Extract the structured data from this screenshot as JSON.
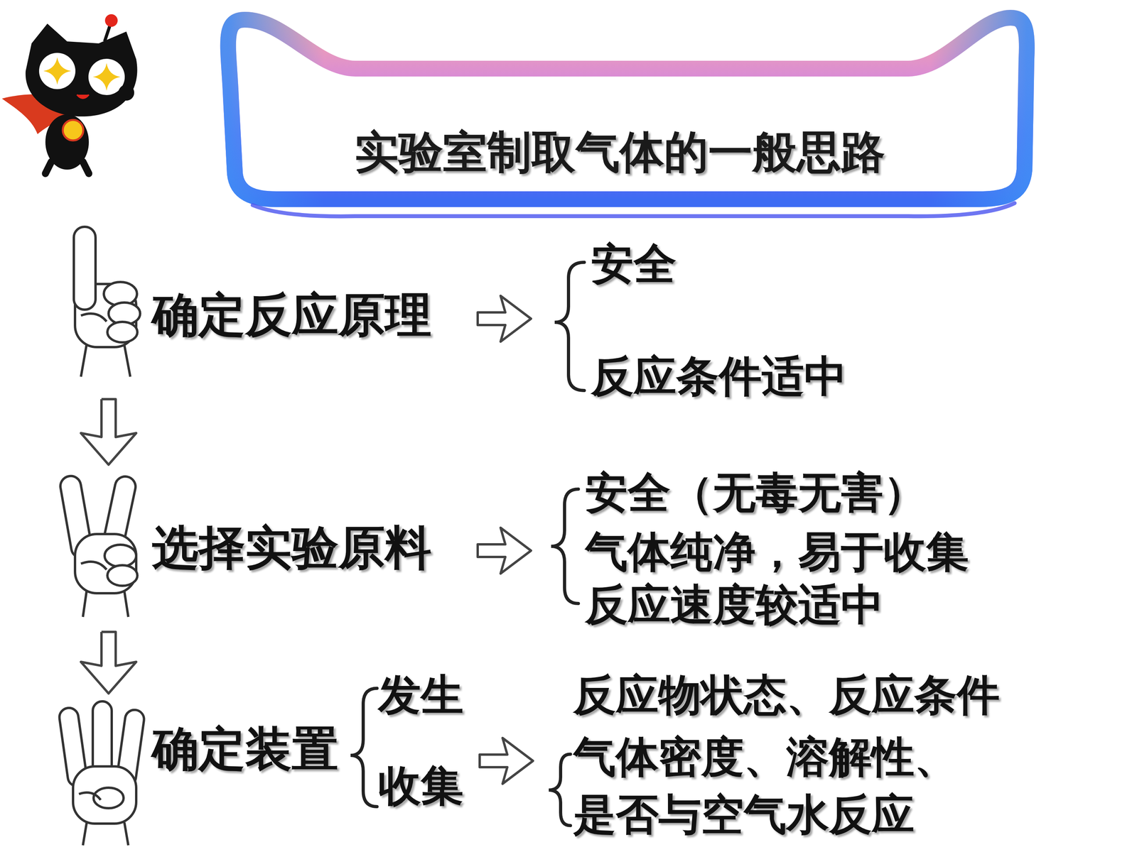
{
  "diagram": {
    "title": "实验室制取气体的一般思路",
    "nodes": [
      {
        "text": [
          "确定反应原理"
        ]
      },
      {
        "text": [
          "选择实验原料"
        ]
      },
      {
        "text": [
          "确定装置"
        ]
      }
    ],
    "edges": [
      {
        "from": 0,
        "to": 1,
        "arrow": "to"
      },
      {
        "from": 1,
        "to": 2,
        "arrow": "to"
      }
    ],
    "labels": [
      "安全",
      "反应条件适中",
      "安全（无毒无害）",
      "气体纯净，易于收集",
      "反应速度较适中",
      "发生",
      "收集",
      "反应物状态、反应条件",
      "气体密度、溶解性、",
      "是否与空气水反应"
    ]
  }
}
